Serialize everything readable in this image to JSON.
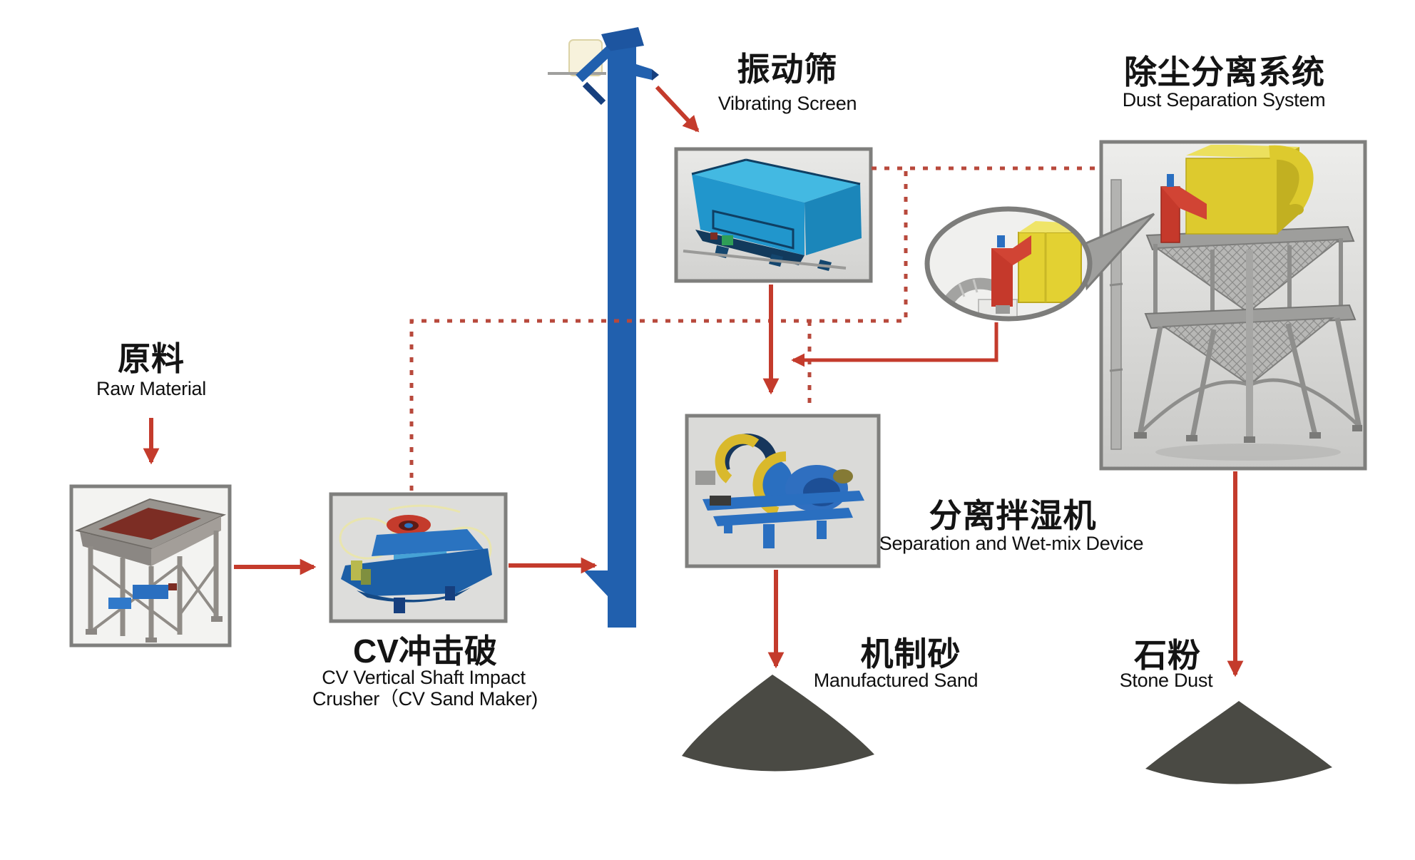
{
  "diagram": {
    "labels": {
      "raw_material": {
        "zh": "原料",
        "en": "Raw Material"
      },
      "cv_crusher": {
        "zh": "CV冲击破",
        "en1": "CV Vertical Shaft Impact",
        "en2": "Crusher（CV Sand Maker)"
      },
      "vibrating_screen": {
        "zh": "振动筛",
        "en": "Vibrating Screen"
      },
      "dust_separation": {
        "zh": "除尘分离系统",
        "en": "Dust Separation System"
      },
      "separation_wetmix": {
        "zh": "分离拌湿机",
        "en": "Separation and Wet-mix Device"
      },
      "manufactured_sand": {
        "zh": "机制砂",
        "en": "Manufactured Sand"
      },
      "stone_dust": {
        "zh": "石粉",
        "en": "Stone Dust"
      }
    },
    "colors": {
      "arrow_solid": "#c43b2c",
      "arrow_dashed": "#b8493c",
      "elevator_blue": "#2160ae",
      "screen_blue": "#2196cc",
      "machine_box_border": "#7f7f7d",
      "dust_filter_yellow": "#ddca2e",
      "duct_red": "#c5392b",
      "pile_dark": "#4a4a44"
    },
    "flow": [
      {
        "from": "raw_material",
        "to": "feeder",
        "style": "solid"
      },
      {
        "from": "feeder",
        "to": "cv_crusher",
        "style": "solid"
      },
      {
        "from": "cv_crusher",
        "to": "bucket_elevator",
        "style": "solid"
      },
      {
        "from": "bucket_elevator",
        "to": "vibrating_screen",
        "style": "solid"
      },
      {
        "from": "vibrating_screen",
        "to": "separation_wetmix",
        "style": "solid"
      },
      {
        "from": "vibrating_screen",
        "to": "dust_separation",
        "style": "dashed"
      },
      {
        "from": "vibrating_screen",
        "to": "cv_crusher",
        "style": "dashed"
      },
      {
        "from": "vibrating_screen",
        "to": "separation_wetmix",
        "style": "dashed"
      },
      {
        "from": "dust_separation",
        "to": "separation_wetmix",
        "style": "solid"
      },
      {
        "from": "separation_wetmix",
        "to": "manufactured_sand",
        "style": "solid"
      },
      {
        "from": "dust_separation",
        "to": "stone_dust",
        "style": "solid"
      }
    ]
  }
}
